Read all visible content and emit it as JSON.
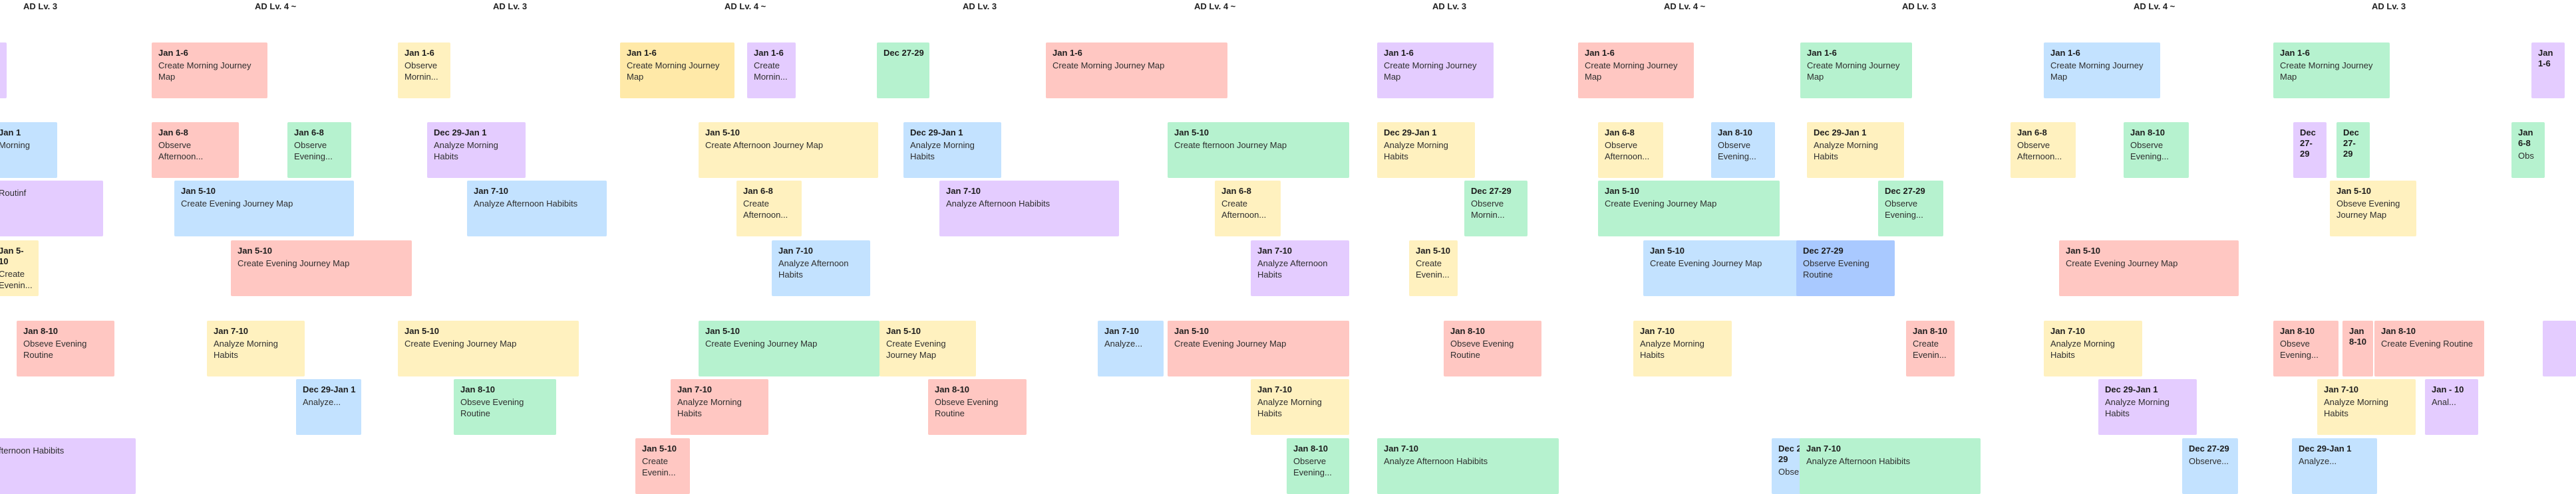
{
  "board": {
    "headers": [
      "AD Lv. 3",
      "AD Lv. 4 ~",
      "AD Lv. 3",
      "AD Lv. 4 ~",
      "AD Lv. 3",
      "AD Lv. 4 ~",
      "AD Lv. 3",
      "AD Lv. 4 ~",
      "AD Lv. 3",
      "AD Lv. 4 ~",
      "AD Lv. 3"
    ],
    "cards": [
      {
        "date": "",
        "title": "",
        "color": "purple"
      },
      {
        "date": "Jan 1",
        "title": "Morning",
        "color": "blue"
      },
      {
        "date": "",
        "title": "Routinf",
        "color": "purple"
      },
      {
        "date": "Jan 5-10",
        "title": "Create Evenin...",
        "color": "yellow"
      },
      {
        "date": "Jan 8-10",
        "title": "Obseve Evening Routine",
        "color": "pink"
      },
      {
        "date": "",
        "title": "fternoon Habibits",
        "color": "purple"
      },
      {
        "date": "Jan 1-6",
        "title": "Create Morning Journey Map",
        "color": "pink"
      },
      {
        "date": "Jan 6-8",
        "title": "Observe Afternoon...",
        "color": "pink"
      },
      {
        "date": "Jan 6-8",
        "title": "Observe Evening...",
        "color": "green"
      },
      {
        "date": "Jan 5-10",
        "title": "Create Evening Journey Map",
        "color": "blue"
      },
      {
        "date": "Jan 5-10",
        "title": "Create Evening Journey Map",
        "color": "pink"
      },
      {
        "date": "Jan 7-10",
        "title": "Analyze Morning Habits",
        "color": "yellow"
      },
      {
        "date": "Dec 29-Jan 1",
        "title": "Analyze...",
        "color": "blue"
      },
      {
        "date": "Jan 1-6",
        "title": "Observe Mornin...",
        "color": "yellow"
      },
      {
        "date": "Dec 29-Jan 1",
        "title": "Analyze Morning Habits",
        "color": "purple"
      },
      {
        "date": "Jan 7-10",
        "title": "Analyze Afternoon Habibits",
        "color": "blue"
      },
      {
        "date": "Jan 5-10",
        "title": "Create Evening Journey Map",
        "color": "yellow"
      },
      {
        "date": "Jan 8-10",
        "title": "Obseve Evening Routine",
        "color": "green"
      },
      {
        "date": "Jan 5-10",
        "title": "Create Evenin...",
        "color": "pink"
      },
      {
        "date": "Jan 1-6",
        "title": "Create Morning Journey Map",
        "color": "orange"
      },
      {
        "date": "Jan 1-6",
        "title": "Create Mornin...",
        "color": "purple"
      },
      {
        "date": "Dec 27-29",
        "title": "",
        "color": "green"
      },
      {
        "date": "Jan 5-10",
        "title": "Create Afternoon Journey Map",
        "color": "yellow"
      },
      {
        "date": "Jan 6-8",
        "title": "Create Afternoon...",
        "color": "yellow"
      },
      {
        "date": "Jan 7-10",
        "title": "Analyze Afternoon Habits",
        "color": "blue"
      },
      {
        "date": "Jan 5-10",
        "title": "Create Evening Journey Map",
        "color": "green"
      },
      {
        "date": "Jan 5-10",
        "title": "Create Evening Journey Map",
        "color": "yellow"
      },
      {
        "date": "Jan 7-10",
        "title": "Analyze Morning Habits",
        "color": "pink"
      },
      {
        "date": "Dec 29-Jan 1",
        "title": "Analyze Morning Habits",
        "color": "blue"
      },
      {
        "date": "Jan 7-10",
        "title": "Analyze Afternoon Habibits",
        "color": "purple"
      },
      {
        "date": "Jan 8-10",
        "title": "Obseve Evening Routine",
        "color": "pink"
      },
      {
        "date": "Jan 7-10",
        "title": "Analyze...",
        "color": "blue"
      },
      {
        "date": "Jan 1-6",
        "title": "Create Morning Journey Map",
        "color": "pink"
      },
      {
        "date": "Jan 5-10",
        "title": "Create fternoon Journey Map",
        "color": "green"
      },
      {
        "date": "Jan 6-8",
        "title": "Create Afternoon...",
        "color": "yellow"
      },
      {
        "date": "Jan 7-10",
        "title": "Analyze Afternoon Habits",
        "color": "purple"
      },
      {
        "date": "Jan 5-10",
        "title": "Create Evening Journey Map",
        "color": "pink"
      },
      {
        "date": "Jan 7-10",
        "title": "Analyze Morning Habits",
        "color": "yellow"
      },
      {
        "date": "Jan 8-10",
        "title": "Observe Evening...",
        "color": "green"
      },
      {
        "date": "Jan 1-6",
        "title": "Create Morning Journey Map",
        "color": "purple"
      },
      {
        "date": "Dec 29-Jan 1",
        "title": "Analyze Morning Habits",
        "color": "yellow"
      },
      {
        "date": "Dec 27-29",
        "title": "Observe Mornin...",
        "color": "green"
      },
      {
        "date": "Jan 5-10",
        "title": "Create Evenin...",
        "color": "yellow"
      },
      {
        "date": "Jan 8-10",
        "title": "Obseve Evening Routine",
        "color": "pink"
      },
      {
        "date": "Jan 7-10",
        "title": "Analyze Afternoon Habibits",
        "color": "green"
      },
      {
        "date": "Jan 1-6",
        "title": "Create Morning Journey Map",
        "color": "pink"
      },
      {
        "date": "Jan 6-8",
        "title": "Observe Afternoon...",
        "color": "yellow"
      },
      {
        "date": "Jan 8-10",
        "title": "Observe Evening...",
        "color": "blue"
      },
      {
        "date": "Jan 5-10",
        "title": "Create Evening Journey Map",
        "color": "green"
      },
      {
        "date": "Jan 5-10",
        "title": "Create Evening Journey Map",
        "color": "blue"
      },
      {
        "date": "Jan 7-10",
        "title": "Analyze Morning Habits",
        "color": "yellow"
      },
      {
        "date": "Dec 27-29",
        "title": "Observe...",
        "color": "blue"
      },
      {
        "date": "Jan 1-6",
        "title": "Create Morning Journey Map",
        "color": "green"
      },
      {
        "date": "Dec 29-Jan 1",
        "title": "Analyze Morning Habits",
        "color": "yellow"
      },
      {
        "date": "Dec 27-29",
        "title": "Observe Evening...",
        "color": "green"
      },
      {
        "date": "Dec 27-29",
        "title": "Observe Evening Routine",
        "color": "bluedk"
      },
      {
        "date": "Jan 8-10",
        "title": "Create Evenin...",
        "color": "pink"
      },
      {
        "date": "Jan 7-10",
        "title": "Analyze Afternoon Habibits",
        "color": "green"
      },
      {
        "date": "Jan 1-6",
        "title": "Create Morning Journey Map",
        "color": "blue"
      },
      {
        "date": "Jan 6-8",
        "title": "Observe Afternoon...",
        "color": "yellow"
      },
      {
        "date": "Jan 8-10",
        "title": "Observe Evening...",
        "color": "green"
      },
      {
        "date": "Jan 5-10",
        "title": "Create Evening Journey Map",
        "color": "pink"
      },
      {
        "date": "Jan 7-10",
        "title": "Analyze Morning Habits",
        "color": "yellow"
      },
      {
        "date": "Dec 29-Jan 1",
        "title": "Analyze Morning Habits",
        "color": "purple"
      },
      {
        "date": "Dec 27-29",
        "title": "Observe...",
        "color": "blue"
      },
      {
        "date": "Jan 1-6",
        "title": "Create Morning Journey Map",
        "color": "green"
      },
      {
        "date": "Dec 27-29",
        "title": "",
        "color": "purple"
      },
      {
        "date": "Dec 27-29",
        "title": "",
        "color": "green"
      },
      {
        "date": "Jan 5-10",
        "title": "Obseve Evening Journey Map",
        "color": "yellow"
      },
      {
        "date": "Jan 8-10",
        "title": "Obseve Evening...",
        "color": "pink"
      },
      {
        "date": "Jan 8-10",
        "title": "",
        "color": "pink"
      },
      {
        "date": "Jan 8-10",
        "title": "Create Evening Routine",
        "color": "pink"
      },
      {
        "date": "Jan 7-10",
        "title": "Analyze Morning Habits",
        "color": "yellow"
      },
      {
        "date": "Jan - 10",
        "title": "Anal...",
        "color": "purple"
      },
      {
        "date": "Dec 29-Jan 1",
        "title": "Analyze...",
        "color": "blue"
      },
      {
        "date": "Jan 1-6",
        "title": "",
        "color": "purple"
      },
      {
        "date": "Jan 6-8",
        "title": "Obs",
        "color": "green"
      },
      {
        "date": "",
        "title": "",
        "color": "purple"
      }
    ]
  }
}
